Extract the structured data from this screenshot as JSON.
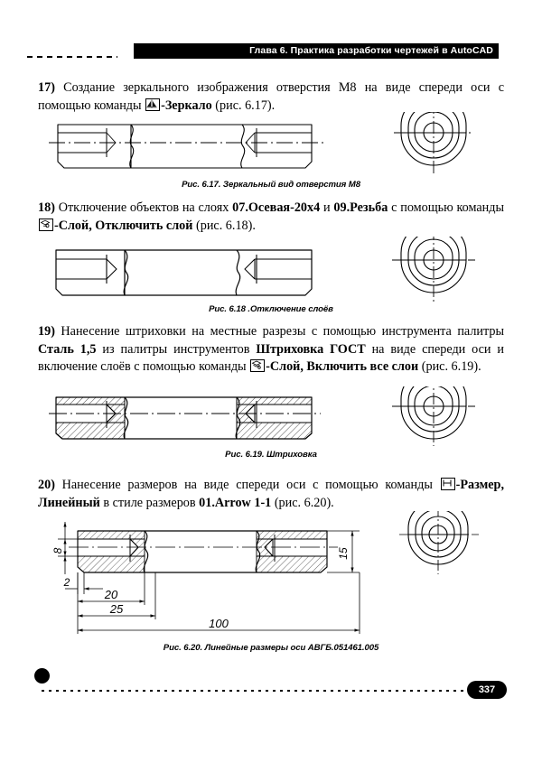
{
  "header": {
    "chapter_title": "Глава 6. Практика разработки чертежей в AutoCAD"
  },
  "steps": [
    {
      "number": "17)",
      "icon": "mirror-icon",
      "parts": [
        "Создание зеркального изображения отверстия М8 на виде спереди оси с помощью команды ",
        "-Зеркало",
        " (рис. 6.17)."
      ]
    },
    {
      "number": "18)",
      "icon": "layer-off-icon",
      "parts_a": "Отключение объектов на слоях ",
      "bold_a": "07.Осевая-20х4",
      "mid_a": " и ",
      "bold_b": "09.Резьба",
      "parts_b": " с помощью команды ",
      "bold_c": "-Слой, Отключить слой",
      "parts_c": " (рис. 6.18)."
    },
    {
      "number": "19)",
      "icon": "layer-on-icon",
      "t1": "Нанесение штриховки на местные разрезы с помощью инструмента палитры ",
      "b1": "Сталь 1,5",
      "t2": " из палитры инструментов ",
      "b2": "Штриховка ГОСТ",
      "t3": " на виде спереди оси и включение слоёв с помощью команды ",
      "b3": "-Слой, Включить все слои",
      "t4": " (рис. 6.19)."
    },
    {
      "number": "20)",
      "icon": "dimension-icon",
      "t1": "Нанесение размеров на виде спереди оси с помощью команды ",
      "b1": "-Размер, Линейный",
      "t2": " в стиле размеров ",
      "b2": "01.Arrow 1-1",
      "t3": " (рис. 6.20)."
    }
  ],
  "figures": [
    {
      "id": "fig-6-17",
      "label": "Рис. 6.17.",
      "caption": " Зеркальный вид отверстия М8"
    },
    {
      "id": "fig-6-18",
      "label": "Рис. 6.18",
      "caption": " .Отключение слоёв"
    },
    {
      "id": "fig-6-19",
      "label": "Рис. 6.19.",
      "caption": " Штриховка"
    },
    {
      "id": "fig-6-20",
      "label": "Рис. 6.20.",
      "caption": " Линейные размеры оси АВГБ.051461.005"
    }
  ],
  "dimensions": {
    "height_left": "8",
    "height_right": "15",
    "small": "2",
    "mid": "20",
    "outer": "25",
    "total": "100"
  },
  "footer": {
    "page_number": "337"
  },
  "colors": {
    "ink": "#000000",
    "paper": "#ffffff"
  }
}
